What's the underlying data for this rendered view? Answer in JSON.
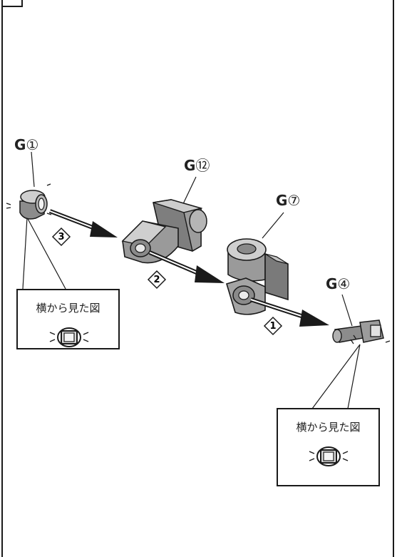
{
  "parts": [
    {
      "id": "g1",
      "letter": "G",
      "number": "①"
    },
    {
      "id": "g12",
      "letter": "G",
      "number": "⑫"
    },
    {
      "id": "g7",
      "letter": "G",
      "number": "⑦"
    },
    {
      "id": "g4",
      "letter": "G",
      "number": "④"
    }
  ],
  "steps": [
    {
      "id": "step1",
      "label": "1"
    },
    {
      "id": "step2",
      "label": "2"
    },
    {
      "id": "step3",
      "label": "3"
    }
  ],
  "callouts": [
    {
      "id": "side-view-1",
      "title": "横から見た図"
    },
    {
      "id": "side-view-2",
      "title": "横から見た図"
    }
  ],
  "colors": {
    "line": "#1a1a1a",
    "part_fill": "#9a9a9a",
    "part_light": "#d2d2d2",
    "part_dark": "#6e6e6e",
    "arrow": "#1a1a1a"
  }
}
